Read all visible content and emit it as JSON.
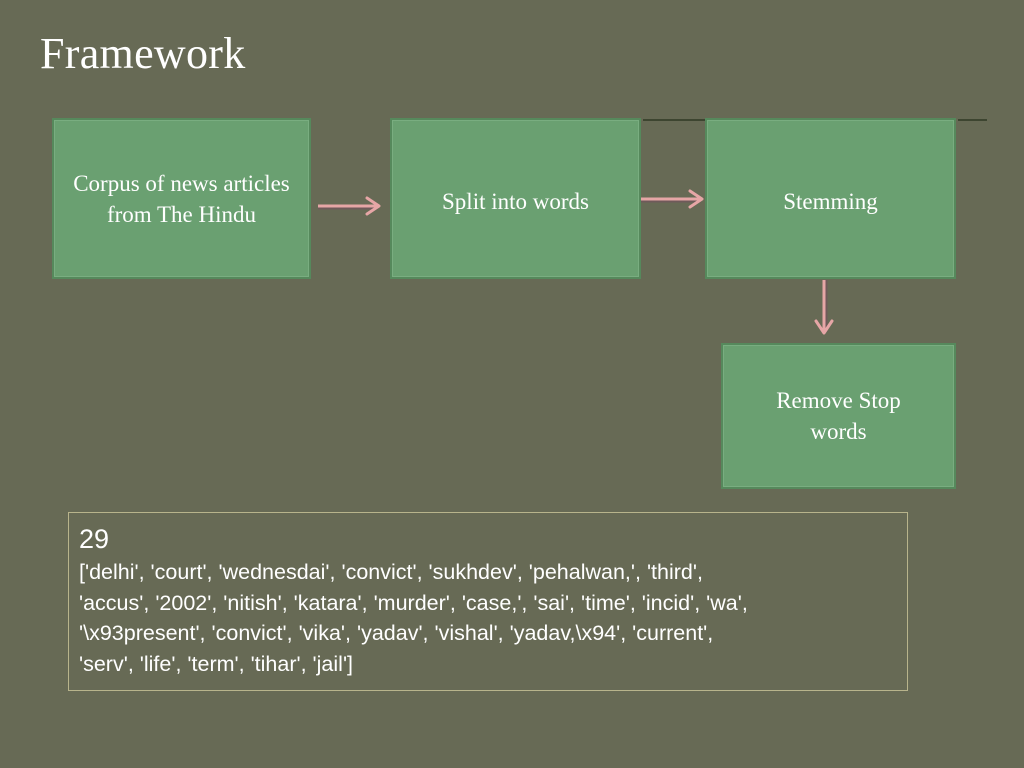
{
  "slide": {
    "title": "Framework"
  },
  "flow": {
    "steps": [
      {
        "label": "Corpus of news articles from The Hindu"
      },
      {
        "label": "Split into words"
      },
      {
        "label": "Stemming"
      },
      {
        "label": "Remove Stop words"
      }
    ],
    "arrow_color": "#e6a6a6",
    "box_color": "#6aa071"
  },
  "output": {
    "count": "29",
    "text": "['delhi', 'court', 'wednesdai', 'convict', 'sukhdev', 'pehalwan,', 'third',\n'accus', '2002', 'nitish', 'katara', 'murder', 'case,', 'sai', 'time', 'incid', 'wa',\n'\\x93present', 'convict', 'vika', 'yadav', 'vishal', 'yadav,\\x94', 'current',\n'serv', 'life', 'term', 'tihar', 'jail']"
  }
}
